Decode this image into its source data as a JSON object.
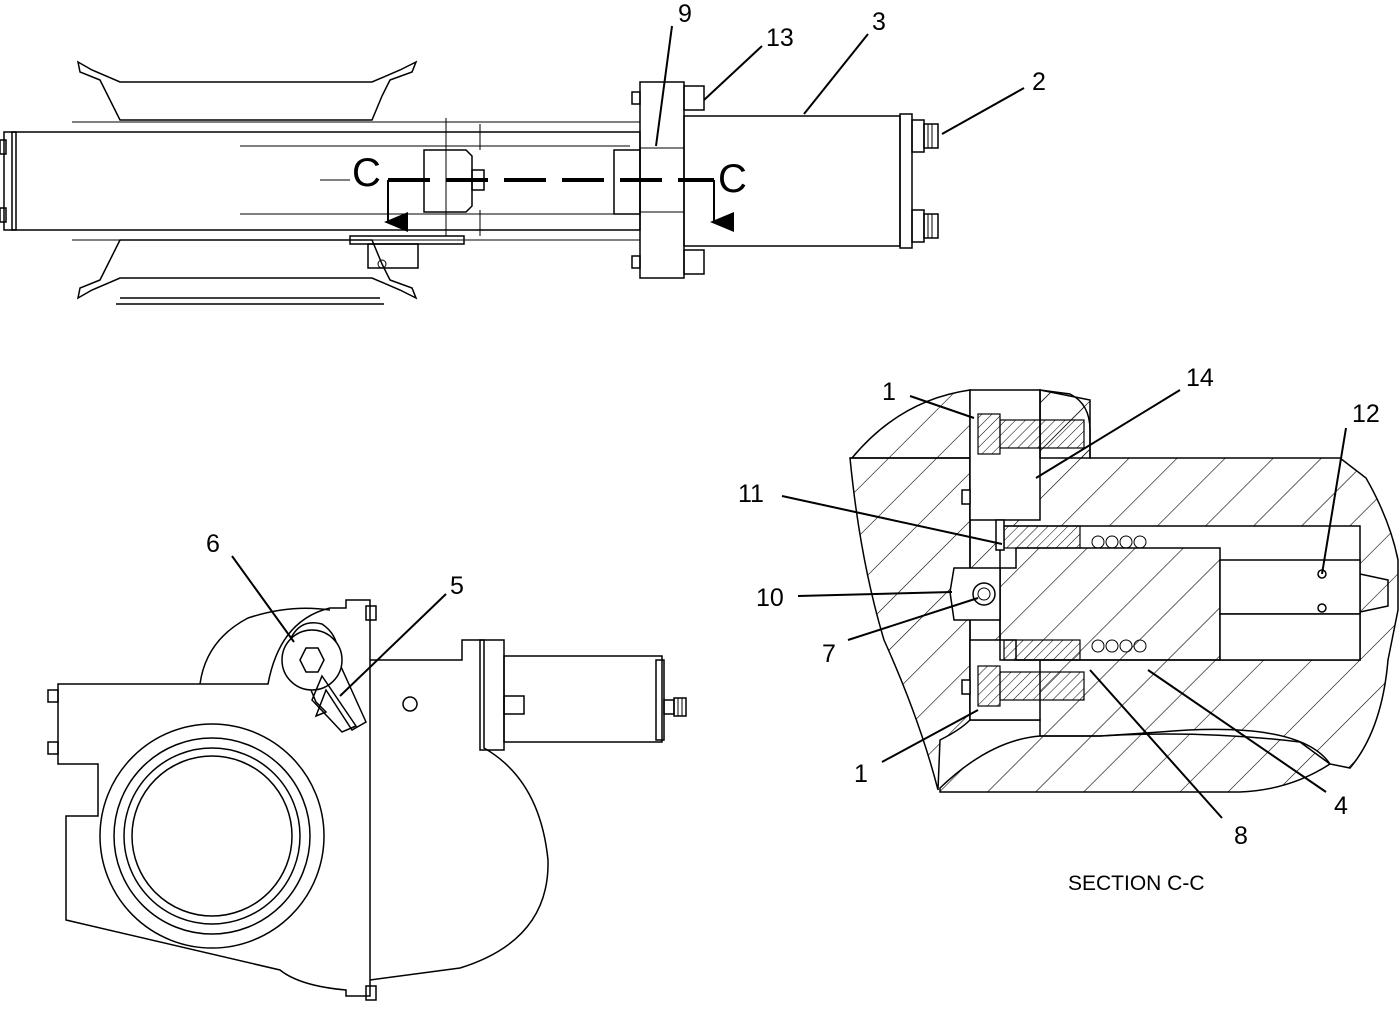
{
  "callouts": {
    "c1_top": "1",
    "c1_bottom": "1",
    "c2": "2",
    "c3": "3",
    "c4": "4",
    "c5": "5",
    "c6": "6",
    "c7": "7",
    "c8": "8",
    "c9": "9",
    "c10": "10",
    "c11": "11",
    "c12": "12",
    "c13": "13",
    "c14": "14"
  },
  "section_markers": {
    "left": "C",
    "right": "C"
  },
  "section_caption": "SECTION C-C"
}
